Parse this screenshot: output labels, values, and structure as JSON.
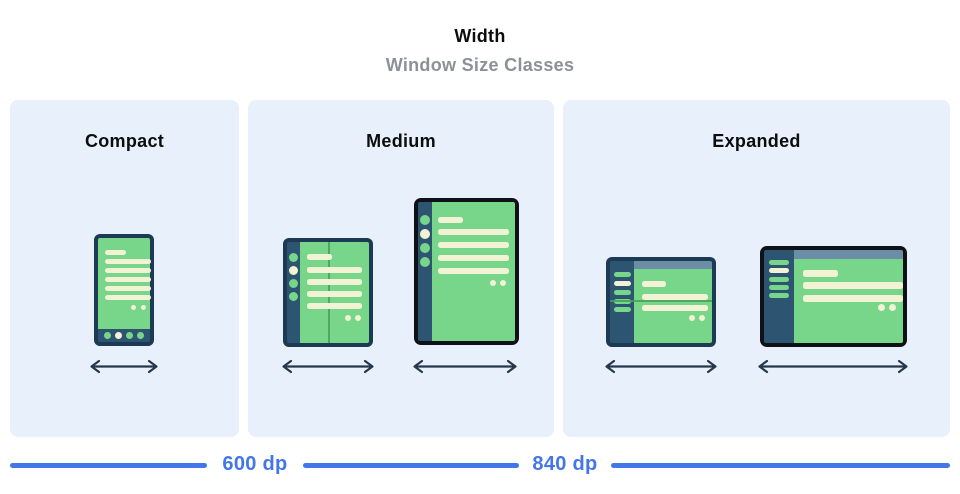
{
  "header": {
    "title": "Width",
    "subtitle": "Window Size Classes"
  },
  "panels": [
    {
      "label": "Compact",
      "devices": [
        "phone-portrait"
      ]
    },
    {
      "label": "Medium",
      "devices": [
        "foldable-open-portrait",
        "tablet-portrait"
      ]
    },
    {
      "label": "Expanded",
      "devices": [
        "foldable-open-landscape",
        "tablet-landscape"
      ]
    }
  ],
  "ruler": {
    "labels": [
      "600 dp",
      "840 dp"
    ]
  },
  "colors": {
    "page-bg": "#ffffff",
    "panel-bg": "#e8f1fb",
    "heading": "#0d0d0d",
    "subtitle": "#8b9196",
    "accent-blue": "#4376e8",
    "frame-navy": "#1d3a54",
    "frame-black": "#0e1116",
    "rail-navy": "#2d5571",
    "screen-green": "#77d689",
    "content-cream": "#f2f3d4",
    "topbar-slate": "#6b8da6",
    "fold-green": "#48a05c",
    "arrow": "#24384d"
  }
}
